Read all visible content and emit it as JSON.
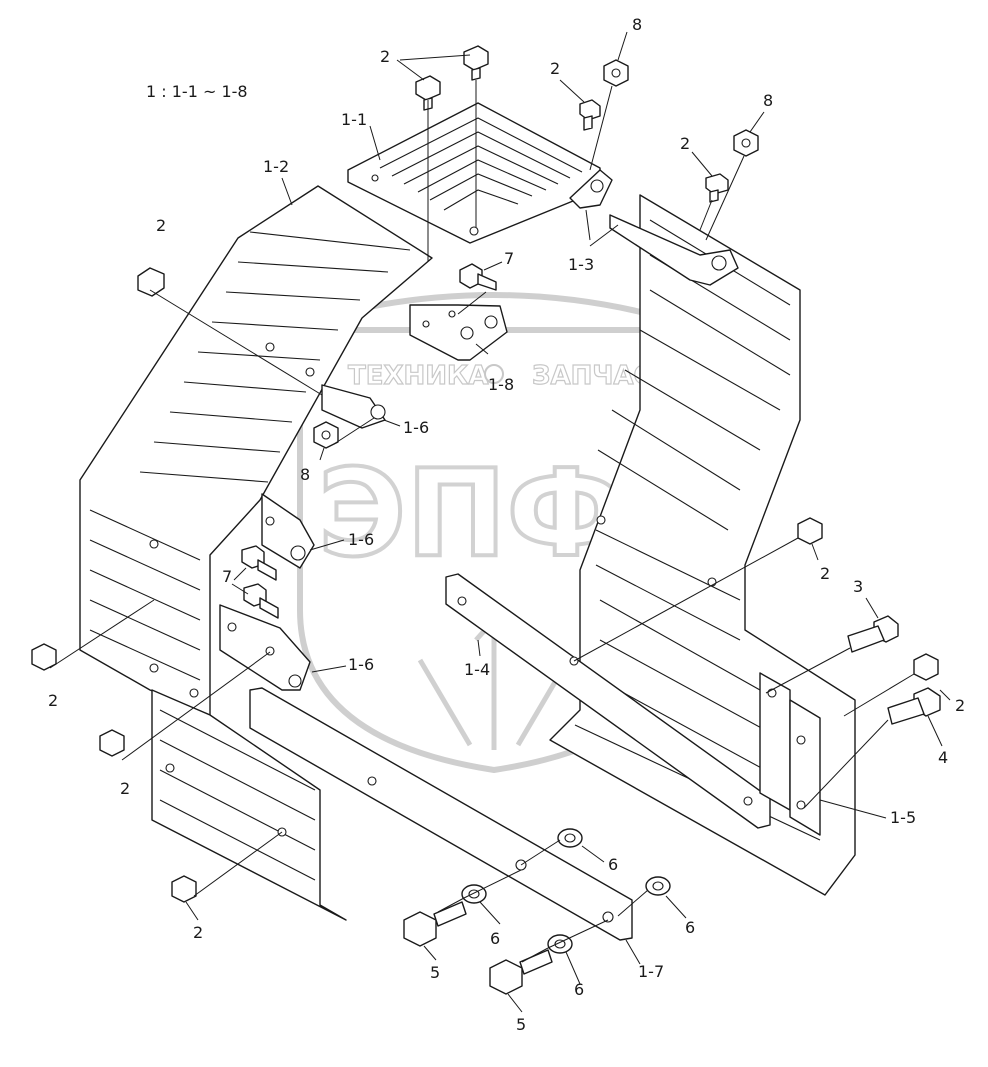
{
  "scale_note": "1 : 1-1 ~ 1-8",
  "watermark": {
    "left_word": "ТЕХНИКА",
    "right_word": "ЗАПЧАСТИ",
    "logo_letters": "ЭПФ"
  },
  "callouts": {
    "c2_top": "2",
    "c8_top": "8",
    "c2_topmid": "2",
    "c8_right": "8",
    "c2_right_top": "2",
    "c1_1": "1-1",
    "c1_2": "1-2",
    "c2_left": "2",
    "c7_top": "7",
    "c1_3": "1-3",
    "c1_8": "1-8",
    "c1_6_top": "1-6",
    "c8_left": "8",
    "c1_6_mid": "1-6",
    "c2_right_mid": "2",
    "c3": "3",
    "c7_mid": "7",
    "c1_4": "1-4",
    "c1_6_low": "1-6",
    "c2_far_left": "2",
    "c2_right_low": "2",
    "c4": "4",
    "c2_low_left": "2",
    "c1_5": "1-5",
    "c6_a": "6",
    "c2_bottom": "2",
    "c6_b": "6",
    "c6_c": "6",
    "c5_a": "5",
    "c6_d": "6",
    "c1_7": "1-7",
    "c5_b": "5"
  }
}
